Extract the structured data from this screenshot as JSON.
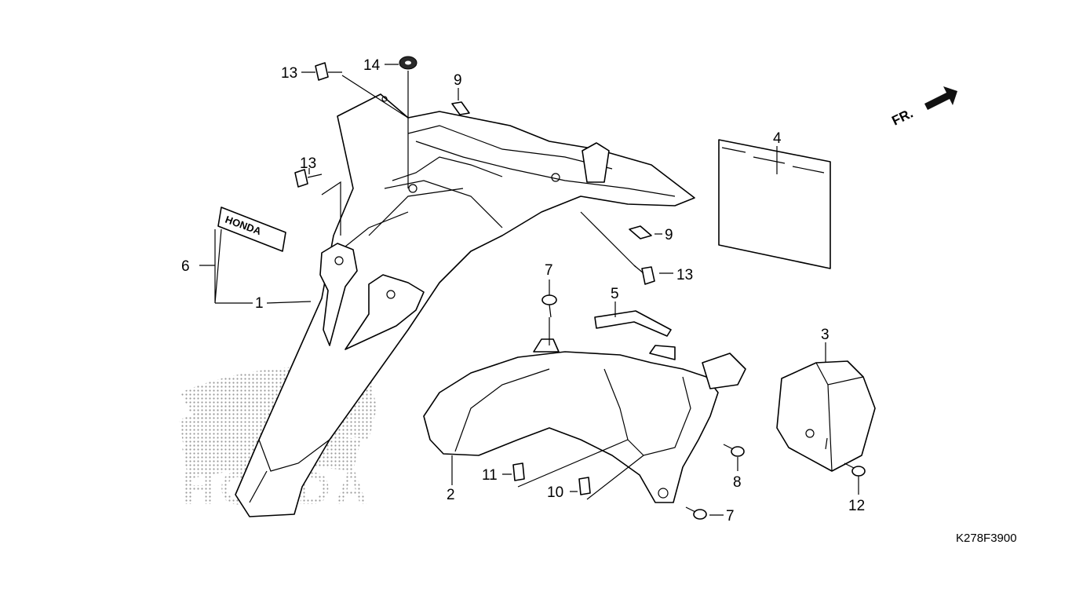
{
  "labels": {
    "p1": "1",
    "p2": "2",
    "p3": "3",
    "p4": "4",
    "p5": "5",
    "p6": "6",
    "p7a": "7",
    "p7b": "7",
    "p8": "8",
    "p9a": "9",
    "p9b": "9",
    "p10": "10",
    "p11": "11",
    "p12": "12",
    "p13a": "13",
    "p13b": "13",
    "p13c": "13",
    "p14": "14"
  },
  "front_marker": "FR.",
  "diagram_code": "K278F3900",
  "watermark_text": "HONDA",
  "emblem_text": "HONDA",
  "colors": {
    "ink": "#000000",
    "paper": "#ffffff",
    "watermark": "#b0b0b0"
  }
}
